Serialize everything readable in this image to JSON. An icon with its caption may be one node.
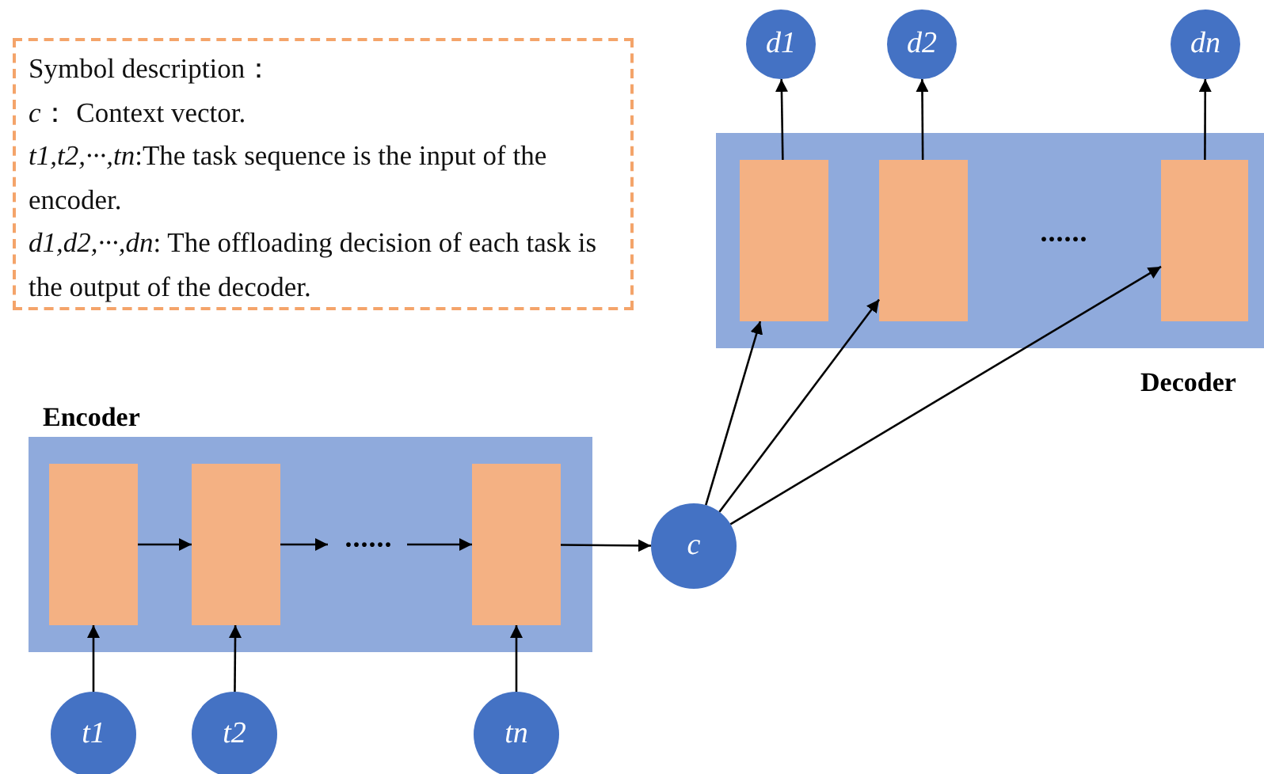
{
  "diagram": {
    "nodes": [
      {
        "text": [
          "Symbol description：",
          "*c*： Context vector.",
          "*t1,t2,···,tn*:The task sequence is the input of the encoder.",
          "*d1,d2,···,dn*: The offloading decision of each task is the output of the decoder."
        ]
      },
      {
        "text": [
          "Decoder"
        ]
      },
      {
        "text": [],
        "shape": "box",
        "in": 1
      },
      {
        "text": [],
        "shape": "box",
        "in": 1
      },
      {
        "text": [],
        "shape": "box",
        "in": 1
      },
      {
        "text": [
          "d1"
        ]
      },
      {
        "text": [
          "d2"
        ]
      },
      {
        "text": [
          "dn"
        ]
      },
      {
        "text": [
          "Encoder"
        ]
      },
      {
        "text": [],
        "shape": "box",
        "in": 8
      },
      {
        "text": [],
        "shape": "box",
        "in": 8
      },
      {
        "text": [
          "······"
        ],
        "in": 8
      },
      {
        "text": [],
        "shape": "box",
        "in": 8
      },
      {
        "text": [
          "t1"
        ]
      },
      {
        "text": [
          "t2"
        ]
      },
      {
        "text": [
          "tn"
        ]
      },
      {
        "text": [
          "c"
        ]
      }
    ],
    "edges": [
      {
        "from": 13,
        "to": 9,
        "arrow": "to"
      },
      {
        "from": 14,
        "to": 10,
        "arrow": "to"
      },
      {
        "from": 15,
        "to": 12,
        "arrow": "to"
      },
      {
        "from": 9,
        "to": 10,
        "arrow": "to"
      },
      {
        "from": 10,
        "to": 11,
        "arrow": "to"
      },
      {
        "from": 11,
        "to": 12,
        "arrow": "to"
      },
      {
        "from": 12,
        "to": 16,
        "arrow": "to"
      },
      {
        "from": 16,
        "to": 2,
        "arrow": "to"
      },
      {
        "from": 16,
        "to": 3,
        "arrow": "to"
      },
      {
        "from": 16,
        "to": 4,
        "arrow": "to"
      },
      {
        "from": 2,
        "to": 5,
        "arrow": "to"
      },
      {
        "from": 3,
        "to": 6,
        "arrow": "to"
      },
      {
        "from": 4,
        "to": 7,
        "arrow": "to"
      }
    ],
    "labels": [
      "······"
    ]
  }
}
